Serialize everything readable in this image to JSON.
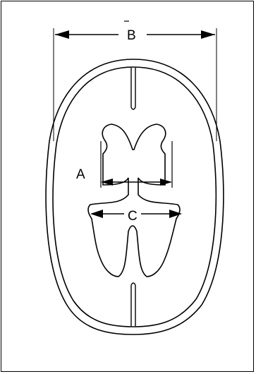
{
  "labels": {
    "width_b": "B",
    "width_a": "A",
    "width_c": "C"
  },
  "colors": {
    "stroke": "#000000",
    "background": "#ffffff"
  }
}
